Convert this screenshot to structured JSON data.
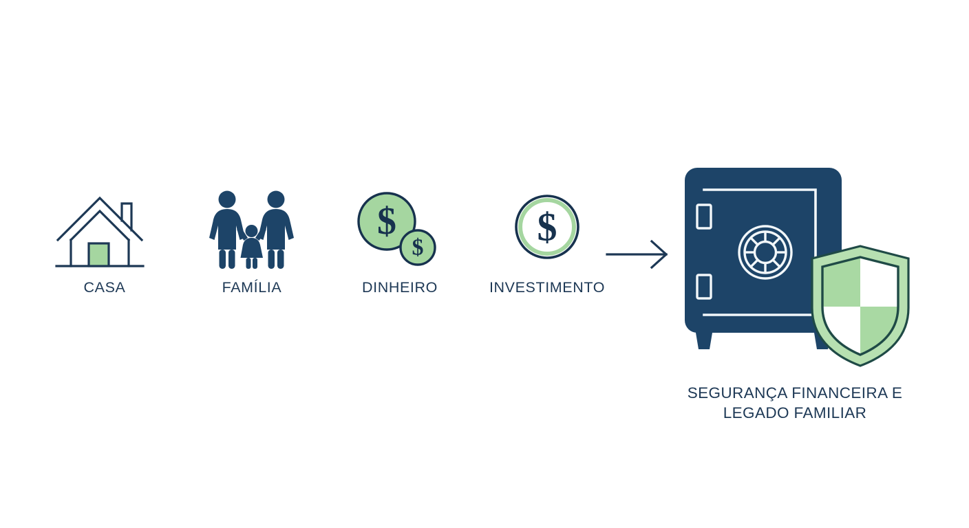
{
  "theme": {
    "background": "#ffffff",
    "navy": "#1d3855",
    "navy_deep": "#17324e",
    "safe_body": "#1d4468",
    "green_light": "#a5d6a0",
    "green_pale": "#bfe3b9",
    "green_border": "#1f4a46",
    "white": "#ffffff"
  },
  "steps": [
    {
      "id": "casa",
      "label": "CASA",
      "icon": "house-icon"
    },
    {
      "id": "familia",
      "label": "FAMÍLIA",
      "icon": "family-icon"
    },
    {
      "id": "dinheiro",
      "label": "DINHEIRO",
      "icon": "money-coins-icon"
    },
    {
      "id": "investimento",
      "label": "INVESTIMENTO",
      "icon": "investment-coin-icon"
    }
  ],
  "connector": {
    "icon": "arrow-right-icon",
    "direction": "right"
  },
  "result": {
    "icon": "safe-with-shield-icon",
    "caption": "SEGURANÇA FINANCEIRA E\nLEGADO FAMILIAR",
    "caption_line1": "SEGURANÇA FINANCEIRA E",
    "caption_line2": "LEGADO FAMILIAR"
  }
}
